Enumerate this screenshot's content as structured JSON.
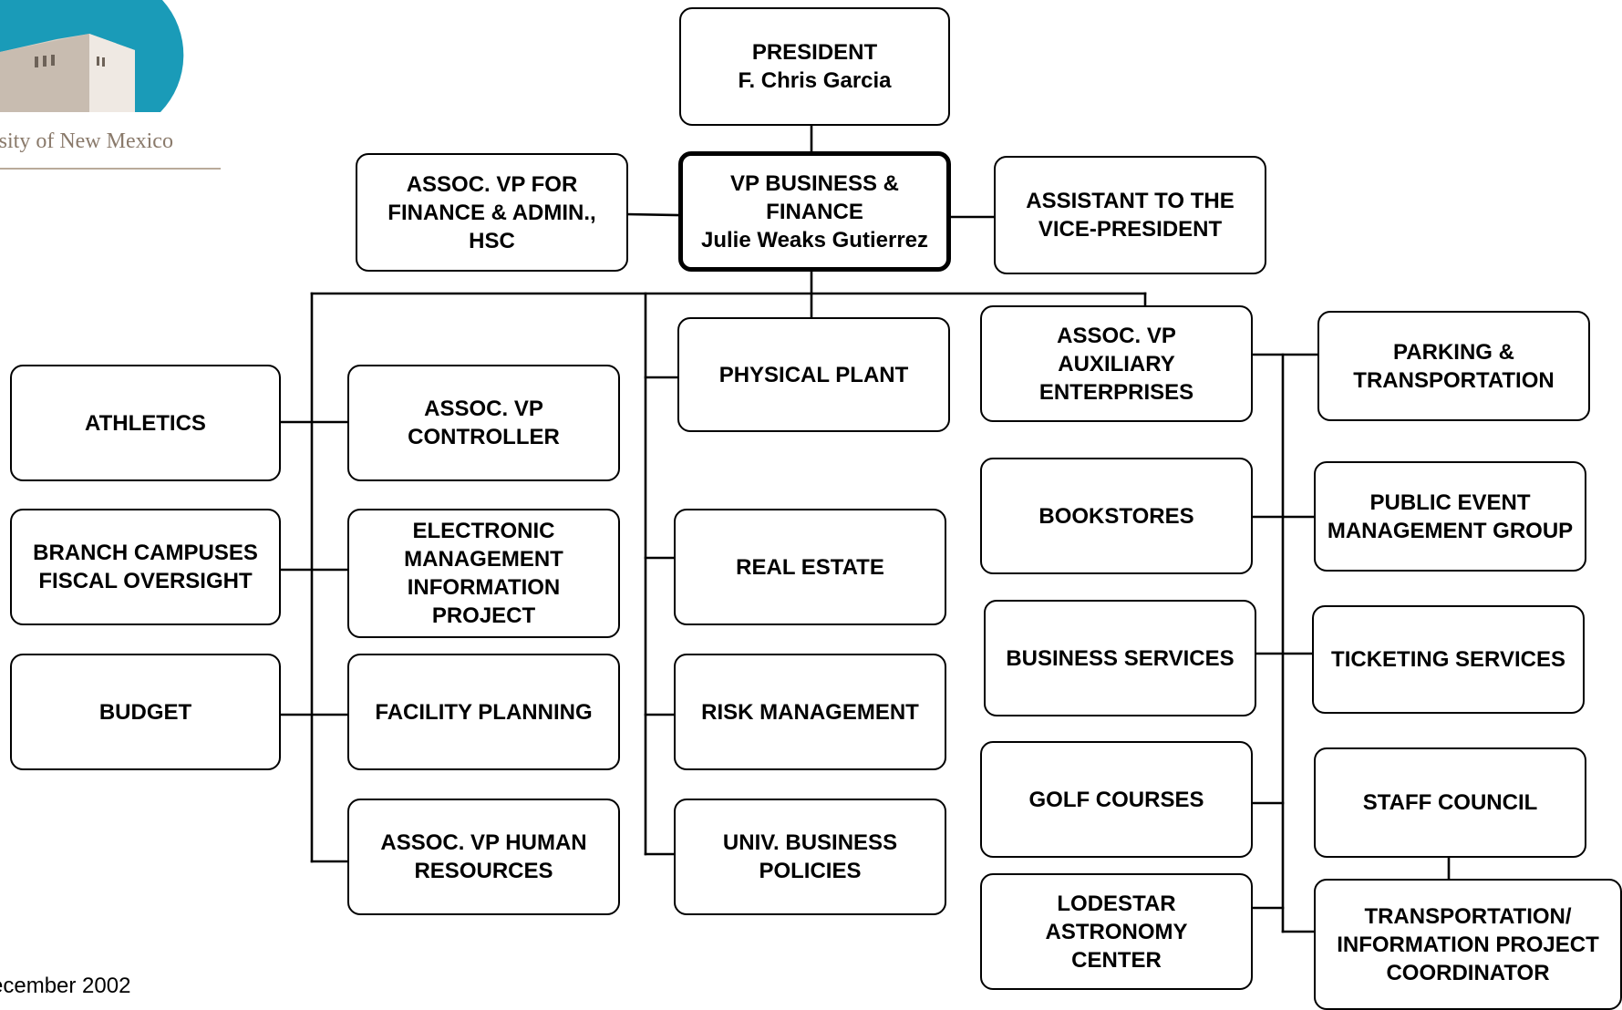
{
  "logo": {
    "institution": "University of New Mexico",
    "visible_text": "versity of New Mexico",
    "color_teal": "#1a9bb8",
    "color_tan": "#8a7a6b"
  },
  "footer": {
    "date": "ecember 2002"
  },
  "chart": {
    "president": "PRESIDENT\nF. Chris Garcia",
    "vp": "VP BUSINESS &\nFINANCE\nJulie Weaks Gutierrez",
    "assoc_vp_hsc": "ASSOC. VP FOR\nFINANCE & ADMIN.,\nHSC",
    "assistant_vp": "ASSISTANT TO THE\nVICE-PRESIDENT",
    "athletics": "ATHLETICS",
    "branch_campuses": "BRANCH CAMPUSES\nFISCAL OVERSIGHT",
    "budget": "BUDGET",
    "controller": "ASSOC. VP\nCONTROLLER",
    "emis": "ELECTRONIC\nMANAGEMENT\nINFORMATION\nPROJECT",
    "facility_planning": "FACILITY PLANNING",
    "human_resources": "ASSOC. VP HUMAN\nRESOURCES",
    "physical_plant": "PHYSICAL PLANT",
    "real_estate": "REAL ESTATE",
    "risk_management": "RISK MANAGEMENT",
    "business_policies": "UNIV. BUSINESS\nPOLICIES",
    "auxiliary": "ASSOC. VP\nAUXILIARY\nENTERPRISES",
    "bookstores": "BOOKSTORES",
    "business_services": "BUSINESS SERVICES",
    "golf_courses": "GOLF COURSES",
    "lodestar": "LODESTAR\nASTRONOMY\nCENTER",
    "parking": "PARKING &\nTRANSPORTATION",
    "public_event": "PUBLIC EVENT\nMANAGEMENT GROUP",
    "ticketing": "TICKETING SERVICES",
    "staff_council": "STAFF COUNCIL",
    "transport_coordinator": "TRANSPORTATION/\nINFORMATION PROJECT\nCOORDINATOR"
  }
}
